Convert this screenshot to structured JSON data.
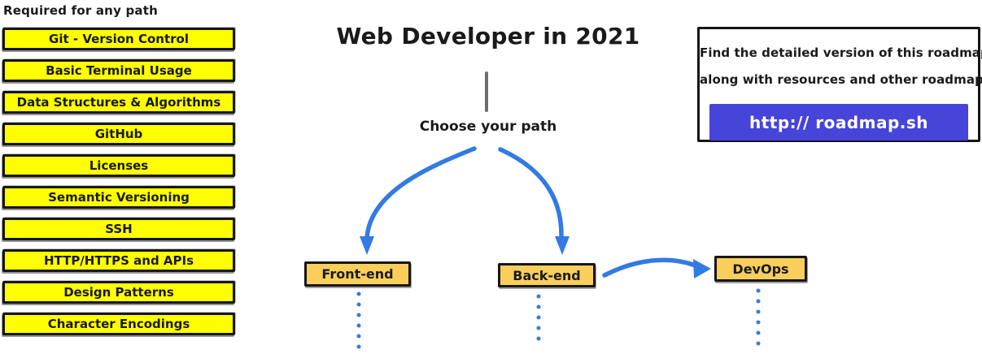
{
  "left_column": {
    "header": "Required for any path",
    "items": [
      "Git - Version Control",
      "Basic Terminal Usage",
      "Data Structures & Algorithms",
      "GitHub",
      "Licenses",
      "Semantic Versioning",
      "SSH",
      "HTTP/HTTPS and APIs",
      "Design Patterns",
      "Character Encodings"
    ]
  },
  "center": {
    "title": "Web Developer in 2021",
    "choose_label": "Choose your path",
    "paths": [
      {
        "label": "Front-end"
      },
      {
        "label": "Back-end"
      },
      {
        "label": "DevOps"
      }
    ]
  },
  "info_box": {
    "text_line1": "Find the detailed version of this roadmap",
    "text_line2": "along with resources and other roadmaps",
    "button_label": "http:// roadmap.sh"
  },
  "icons": {
    "curved_arrow_left": "blue curved arrow pointing down to Front-end",
    "curved_arrow_right": "blue curved arrow pointing down to Back-end",
    "curved_arrow_devops": "blue curved arrow pointing right to DevOps",
    "dotted_continuation": "blue vertical dotted line"
  },
  "colors": {
    "yellow": "#FEFE00",
    "amber": "#F9CE5B",
    "arrow_blue": "#337AE3",
    "indigo": "#4744D9",
    "gray_line": "#6E6E6E",
    "border_black": "#161616"
  }
}
